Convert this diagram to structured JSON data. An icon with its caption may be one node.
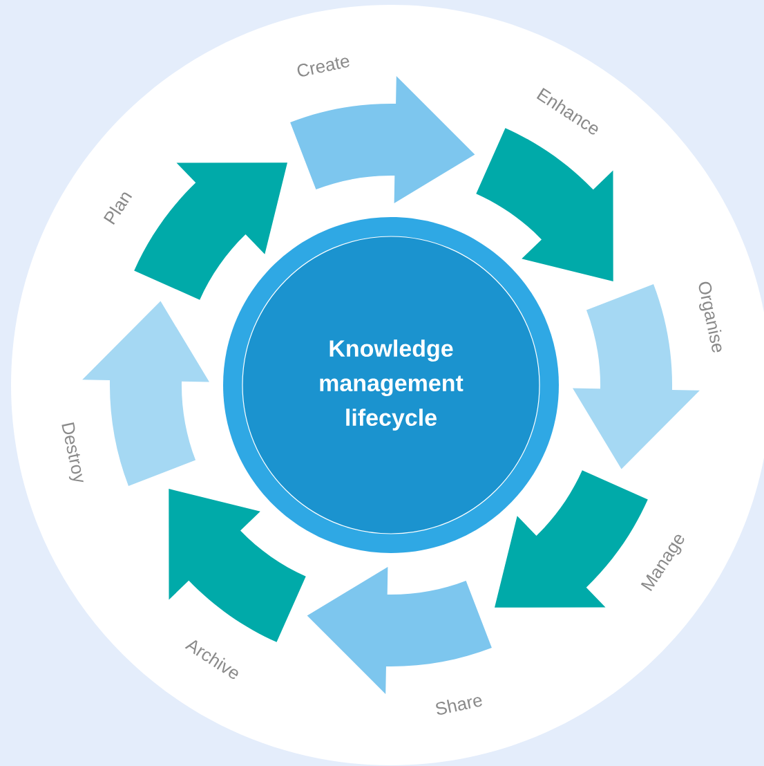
{
  "diagram": {
    "nodes": [
      {
        "text": [
          "Knowledge management lifecycle"
        ]
      },
      {
        "text": [
          "Create"
        ]
      },
      {
        "text": [
          "Enhance"
        ]
      },
      {
        "text": [
          "Organise"
        ]
      },
      {
        "text": [
          "Manage"
        ]
      },
      {
        "text": [
          "Share"
        ]
      },
      {
        "text": [
          "Archive"
        ]
      },
      {
        "text": [
          "Destroy"
        ]
      },
      {
        "text": [
          "Plan"
        ]
      }
    ],
    "edges": [
      {
        "from": 1,
        "to": 2,
        "arrow": "to",
        "style": "thick",
        "color": "#7dc6ee"
      },
      {
        "from": 2,
        "to": 3,
        "arrow": "to",
        "style": "thick",
        "color": "#00aaa9"
      },
      {
        "from": 3,
        "to": 4,
        "arrow": "to",
        "style": "thick",
        "color": "#a5d8f3"
      },
      {
        "from": 4,
        "to": 5,
        "arrow": "to",
        "style": "thick",
        "color": "#00aaa9"
      },
      {
        "from": 5,
        "to": 6,
        "arrow": "to",
        "style": "thick",
        "color": "#7dc6ee"
      },
      {
        "from": 6,
        "to": 7,
        "arrow": "to",
        "style": "thick",
        "color": "#00aaa9"
      },
      {
        "from": 7,
        "to": 8,
        "arrow": "to",
        "style": "thick",
        "color": "#a5d8f3"
      },
      {
        "from": 8,
        "to": 1,
        "arrow": "to",
        "style": "thick",
        "color": "#00aaa9"
      }
    ]
  }
}
